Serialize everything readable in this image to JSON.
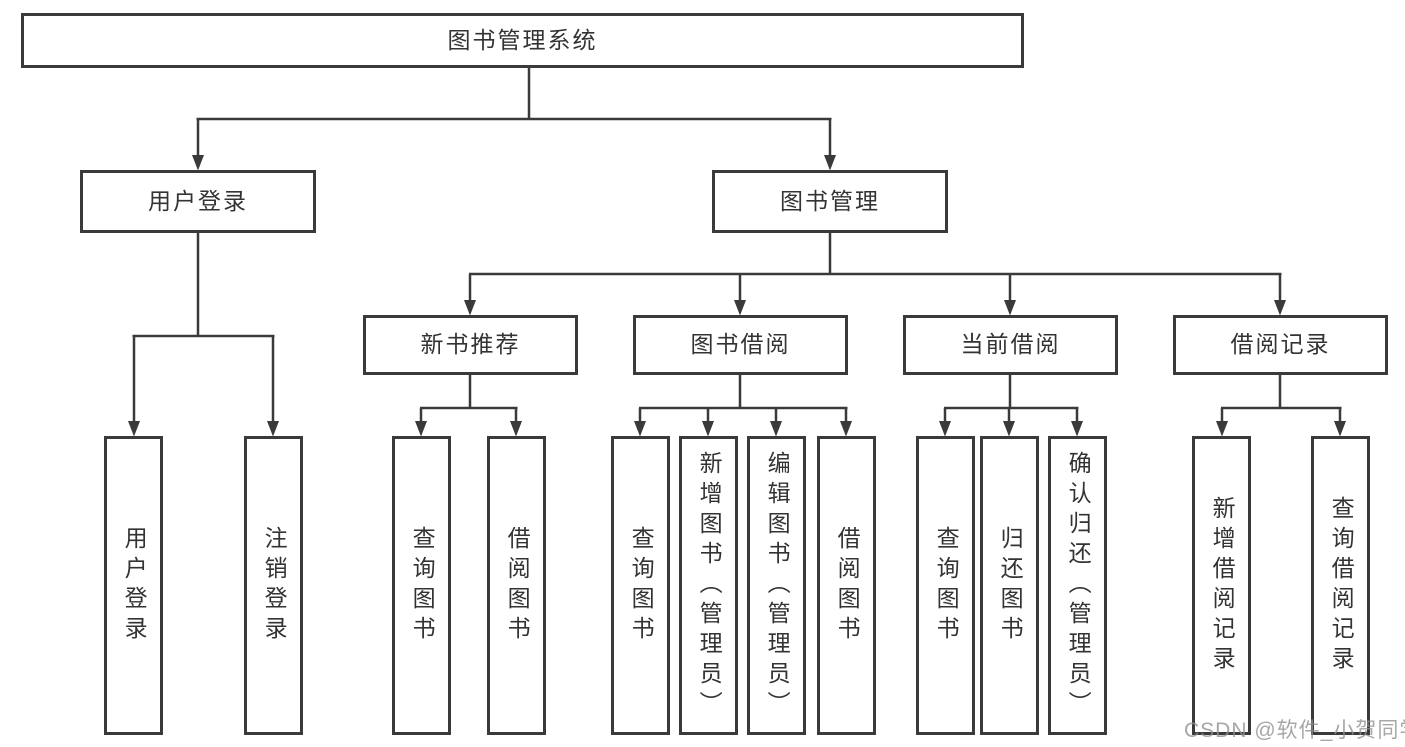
{
  "page": {
    "background": "#ffffff",
    "line_color": "#3a3a3a",
    "text_color": "#333333",
    "watermark": "CSDN @软件_小贺同学",
    "watermark_color": "#919191"
  },
  "tree": {
    "root": {
      "label": "图书管理系统"
    },
    "level2": [
      {
        "label": "用户登录",
        "children": [
          "用户登录",
          "注销登录"
        ]
      },
      {
        "label": "图书管理"
      }
    ],
    "level3": [
      {
        "label": "新书推荐",
        "children": [
          "查询图书",
          "借阅图书"
        ]
      },
      {
        "label": "图书借阅",
        "children": [
          "查询图书",
          "新增图书（管理员）",
          "编辑图书（管理员）",
          "借阅图书"
        ]
      },
      {
        "label": "当前借阅",
        "children": [
          "查询图书",
          "归还图书",
          "确认归还（管理员）"
        ]
      },
      {
        "label": "借阅记录",
        "children": [
          "新增借阅记录",
          "查询借阅记录"
        ]
      }
    ]
  }
}
